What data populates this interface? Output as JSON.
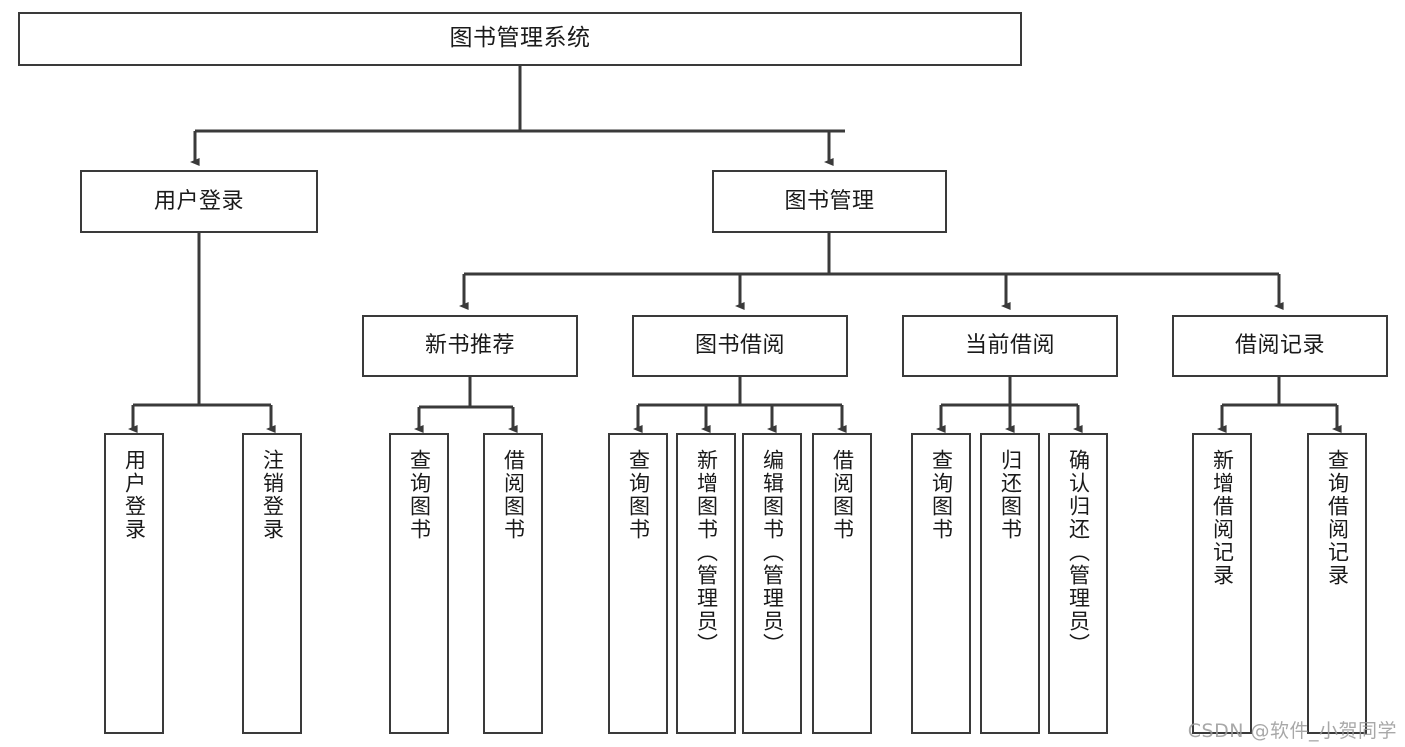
{
  "diagram": {
    "title": "图书管理系统",
    "type": "tree",
    "stroke_color": "#3a3a3a",
    "text_color": "#1a1a1a",
    "background_color": "#ffffff",
    "root": {
      "label": "图书管理系统"
    },
    "level2": [
      {
        "label": "用户登录"
      },
      {
        "label": "图书管理"
      }
    ],
    "level3": [
      {
        "label": "新书推荐"
      },
      {
        "label": "图书借阅"
      },
      {
        "label": "当前借阅"
      },
      {
        "label": "借阅记录"
      }
    ],
    "leaves": {
      "user_login": [
        {
          "label": "用户登录"
        },
        {
          "label": "注销登录"
        }
      ],
      "new_book_recommend": [
        {
          "label": "查询图书"
        },
        {
          "label": "借阅图书"
        }
      ],
      "book_borrow": [
        {
          "label": "查询图书"
        },
        {
          "label": "新增图书（管理员）"
        },
        {
          "label": "编辑图书（管理员）"
        },
        {
          "label": "借阅图书"
        }
      ],
      "current_borrow": [
        {
          "label": "查询图书"
        },
        {
          "label": "归还图书"
        },
        {
          "label": "确认归还（管理员）"
        }
      ],
      "borrow_records": [
        {
          "label": "新增借阅记录"
        },
        {
          "label": "查询借阅记录"
        }
      ]
    }
  },
  "watermark": {
    "text": "CSDN @软件_小贺同学"
  }
}
